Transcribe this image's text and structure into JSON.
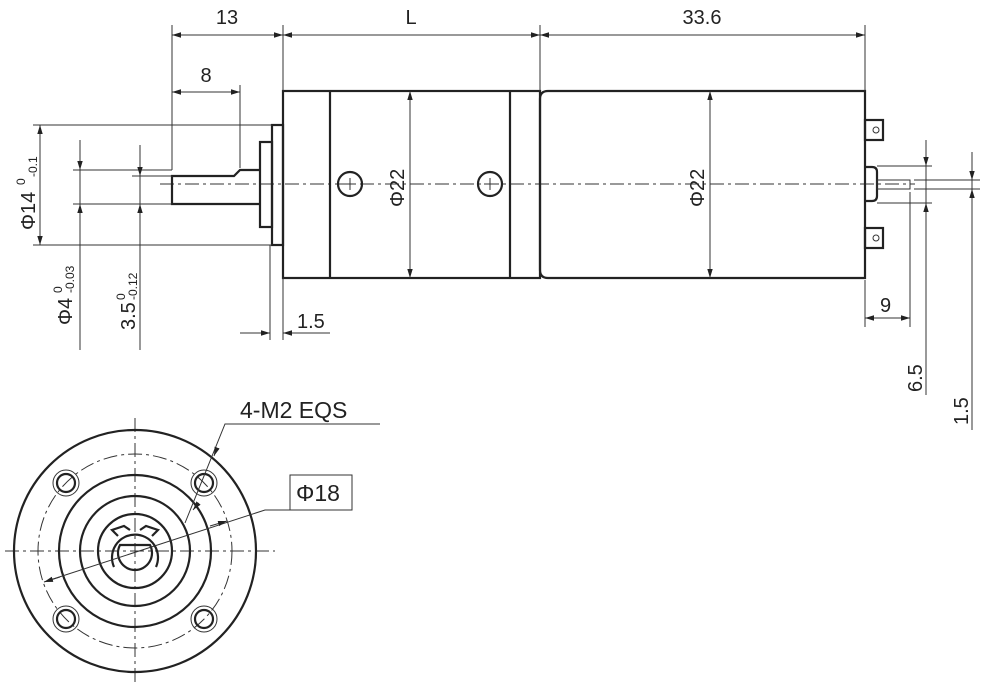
{
  "dimensions": {
    "shaft_length": "13",
    "gearbox_length": "L",
    "motor_length": "33.6",
    "flat_length": "8",
    "flange_diameter": "Φ14",
    "flange_tol_upper": "0",
    "flange_tol_lower": "-0.1",
    "shaft_diameter": "Φ4",
    "shaft_tol_upper": "0",
    "shaft_tol_lower": "-0.03",
    "flat_height": "3.5",
    "flat_tol_upper": "0",
    "flat_tol_lower": "-0.12",
    "flange_thickness": "1.5",
    "gearbox_diameter": "Φ22",
    "motor_diameter": "Φ22",
    "rear_shaft_length": "9",
    "rear_boss_diameter": "6.5",
    "rear_shaft_diameter": "1.5"
  },
  "front_view": {
    "holes_label": "4-M2 EQS",
    "pcd_label": "Φ18"
  }
}
